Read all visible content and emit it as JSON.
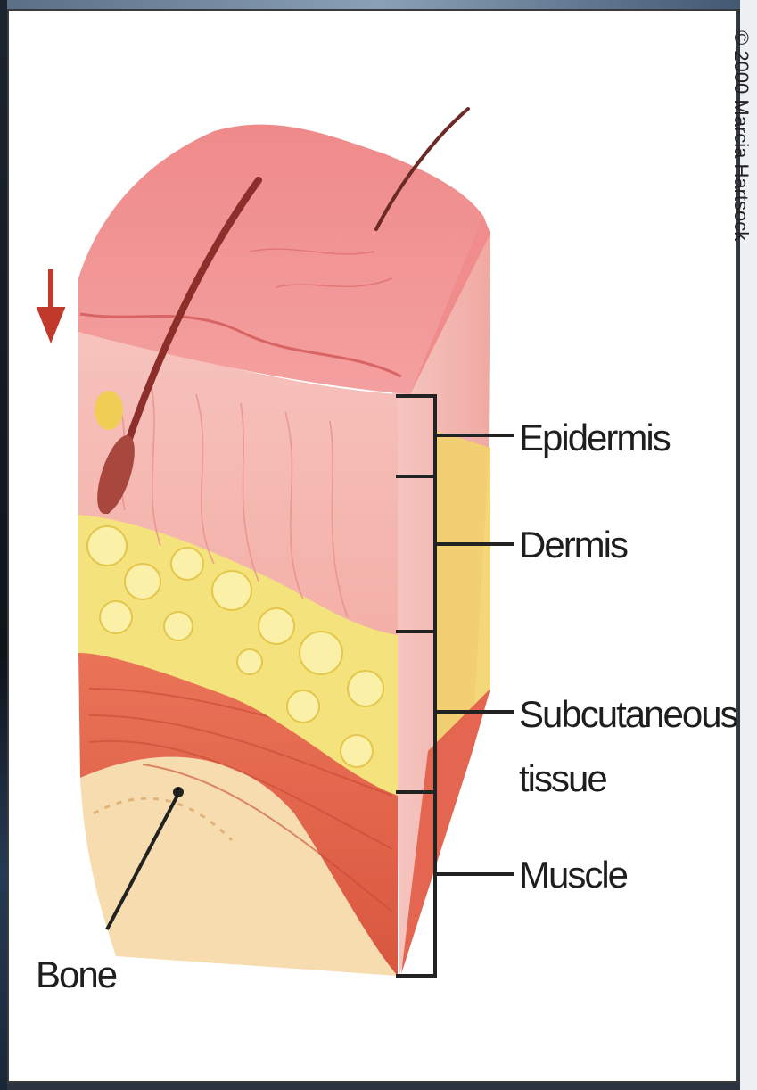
{
  "labels": {
    "epidermis": "Epidermis",
    "dermis": "Dermis",
    "subcutaneous_line1": "Subcutaneous",
    "subcutaneous_line2": "tissue",
    "muscle": "Muscle",
    "bone": "Bone"
  },
  "copyright": "© 2000 Marcia Hartsock",
  "colors": {
    "epidermis_top": "#f07c7c",
    "dermis": "#f5b3ad",
    "fat": "#f2e07a",
    "muscle": "#e0604a",
    "bone": "#f5d9a8",
    "arrow": "#c0392b",
    "leader_line": "#222222"
  }
}
